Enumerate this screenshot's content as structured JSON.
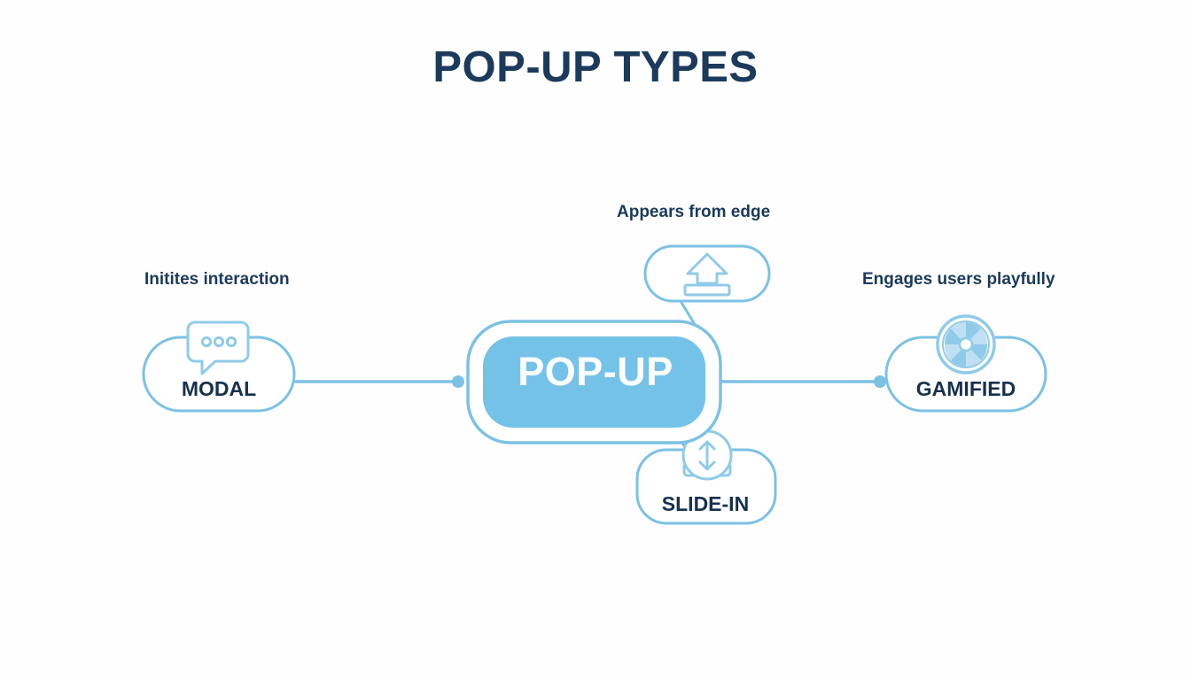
{
  "title": "POP-UP TYPES",
  "theme": {
    "background": "#fefefe",
    "title_color": "#1b3a5c",
    "node_stroke": "#7cc1e4",
    "node_fill": "#ffffff",
    "center_fill": "#74c2e8",
    "center_text_color": "#ffffff",
    "label_color": "#17314d",
    "connector_color": "#7cc1e4",
    "icon_color": "#8fcbe8"
  },
  "center": {
    "label": "POP-UP",
    "shape": "rounded-rectangle-double-outline"
  },
  "nodes": [
    {
      "id": "modal",
      "label": "MODAL",
      "caption": "Initites interaction",
      "icon": "speech-bubble-dots-icon",
      "position": "left"
    },
    {
      "id": "top",
      "label": "",
      "caption": "Appears from edge",
      "icon": "upload-arrow-icon",
      "position": "top"
    },
    {
      "id": "gamified",
      "label": "GAMIFIED",
      "caption": "Engages users playfully",
      "icon": "prize-wheel-icon",
      "position": "right"
    },
    {
      "id": "slidein",
      "label": "SLIDE-IN",
      "caption": "",
      "icon": "slide-up-circle-arrow-icon",
      "position": "bottom"
    }
  ],
  "connectors": [
    {
      "from": "center",
      "to": "modal",
      "style": "horizontal-line-with-dot"
    },
    {
      "from": "center",
      "to": "gamified",
      "style": "horizontal-line-with-dot"
    },
    {
      "from": "center",
      "to": "top",
      "style": "diagonal-line"
    },
    {
      "from": "center",
      "to": "slidein",
      "style": "diagonal-line"
    }
  ]
}
